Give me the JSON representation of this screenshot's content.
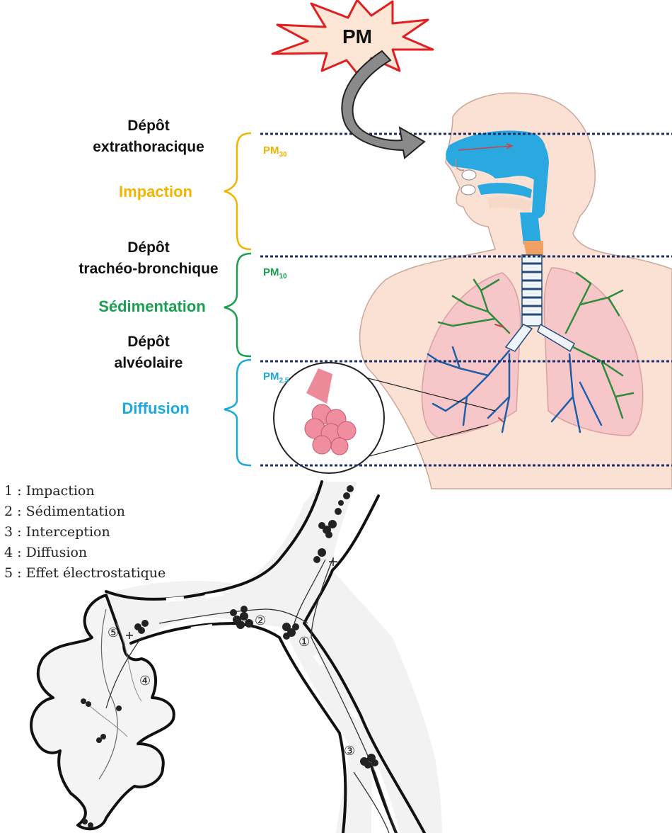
{
  "burst_label": "PM",
  "zones": [
    {
      "deposit_line1": "Dépôt",
      "deposit_line2": "extrathoracique",
      "mechanism": "Impaction",
      "pm_base": "PM",
      "pm_sub": "30",
      "color": "#f2b400"
    },
    {
      "deposit_line1": "Dépôt",
      "deposit_line2": "trachéo-bronchique",
      "mechanism": "Sédimentation",
      "pm_base": "PM",
      "pm_sub": "10",
      "color": "#1aa050"
    },
    {
      "deposit_line1": "Dépôt",
      "deposit_line2": "alvéolaire",
      "mechanism": "Diffusion",
      "pm_base": "PM",
      "pm_sub": "2.5",
      "color": "#1ca9dc"
    }
  ],
  "legend": [
    "1 : Impaction",
    "2 : Sédimentation",
    "3 : Interception",
    "4 : Diffusion",
    "5 : Effet électrostatique"
  ],
  "markers": [
    "⑤",
    "②",
    "①",
    "④",
    "③"
  ],
  "colors": {
    "airway_blue": "#2aa9e0",
    "skin": "#fbe0d4",
    "lung": "#f6c6c8",
    "bronchi_blue": "#1f5fa8",
    "bronchi_green": "#2e8b3a",
    "dotted_line": "#1b2d6b"
  }
}
